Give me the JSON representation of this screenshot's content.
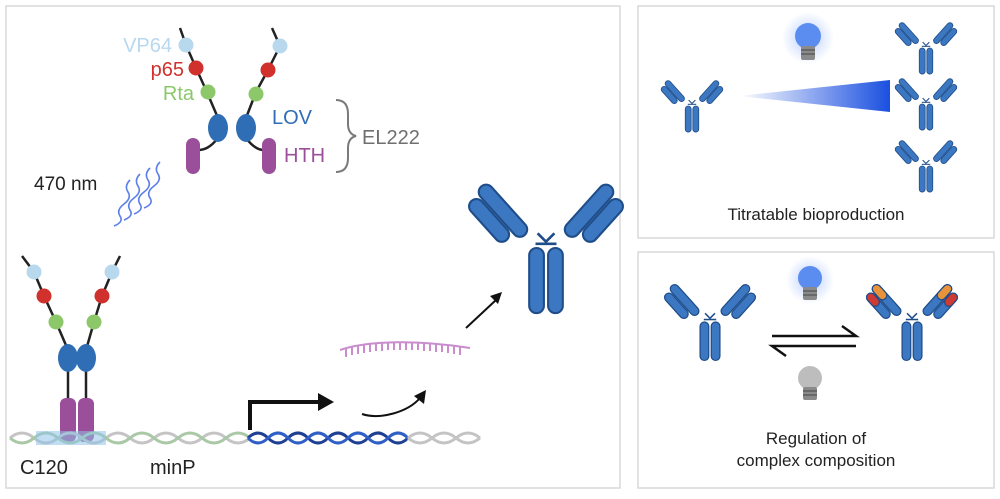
{
  "labels": {
    "vp64": "VP64",
    "p65": "p65",
    "rta": "Rta",
    "lov": "LOV",
    "hth": "HTH",
    "el222": "EL222",
    "wavelength": "470 nm",
    "c120": "C120",
    "minp": "minP"
  },
  "panels": {
    "titratable": "Titratable bioproduction",
    "regulation_line1": "Regulation of",
    "regulation_line2": "complex composition"
  },
  "colors": {
    "vp64": "#b8d8ee",
    "p65": "#d0312d",
    "rta": "#8cc86a",
    "lov": "#2f6db5",
    "hth": "#9b4f9a",
    "antibody": "#3c78c2",
    "antibody_dark": "#1f4d8a",
    "mrna": "#c98ccd",
    "dna_active": "#1f3f93",
    "dna_inactive": "#c4c4c4",
    "gradient": "#1a4fe0",
    "bulb_on": "#5b8df0",
    "bulb_off": "#bdbdbd",
    "orange": "#e8923a",
    "red": "#cf3a32",
    "label_grey": "#6f6f6f"
  },
  "icons": [
    "light-bulb-icon",
    "light-bulb-off-icon",
    "light-wave-icon",
    "arrow-icon",
    "equilibrium-arrows-icon",
    "antibody-icon"
  ]
}
